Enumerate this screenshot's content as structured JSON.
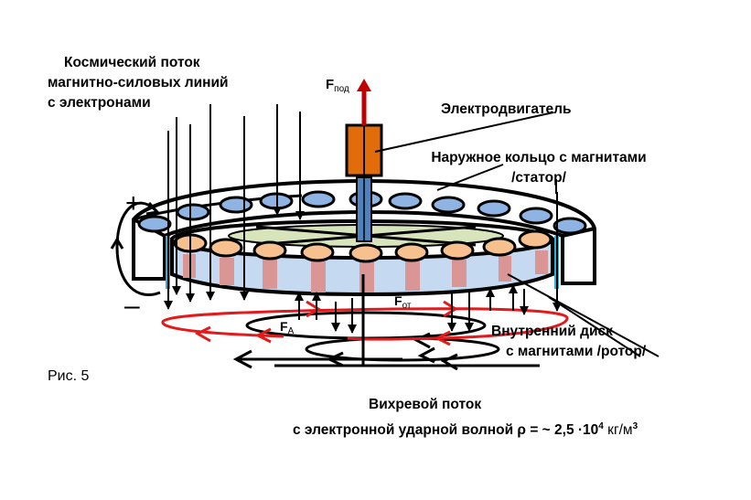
{
  "figure": {
    "caption": "Рис. 5",
    "labels": {
      "cosmic_flow": [
        "Космический поток",
        "магнитно-силовых линий",
        "с электронами"
      ],
      "lift_force": {
        "symbol": "F",
        "subscript": "под"
      },
      "motor": "Электродвигатель",
      "outer_ring": [
        "Наружное кольцо с  магнитами",
        "/статор/"
      ],
      "inner_disk": [
        "Внутренний диск",
        "с магнитами /ротор/"
      ],
      "force_a": {
        "symbol": "F",
        "subscript": "А"
      },
      "force_ot": {
        "symbol": "F",
        "subscript": "от"
      },
      "plus": "+",
      "minus": "–",
      "vortex": {
        "line1": "Вихревой поток",
        "line2_prefix": "с электронной ударной волной ρ = ~ 2,5 ·10",
        "exponent": "4",
        "unit_prefix": " кг/м",
        "unit_exponent": "3"
      }
    },
    "colors": {
      "outer_magnet": "#8fb4e3",
      "inner_magnet": "#f6c08f",
      "disk_side": "#c5d9f1",
      "disk_stripe": "#d99694",
      "disk_top": "#d8e4bc",
      "motor": "#e36c0a",
      "shaft": "#4f81bd",
      "lift_arrow": "#c00000",
      "vortex_red": "#e31a1c",
      "electrode": "#31b0d5"
    }
  }
}
